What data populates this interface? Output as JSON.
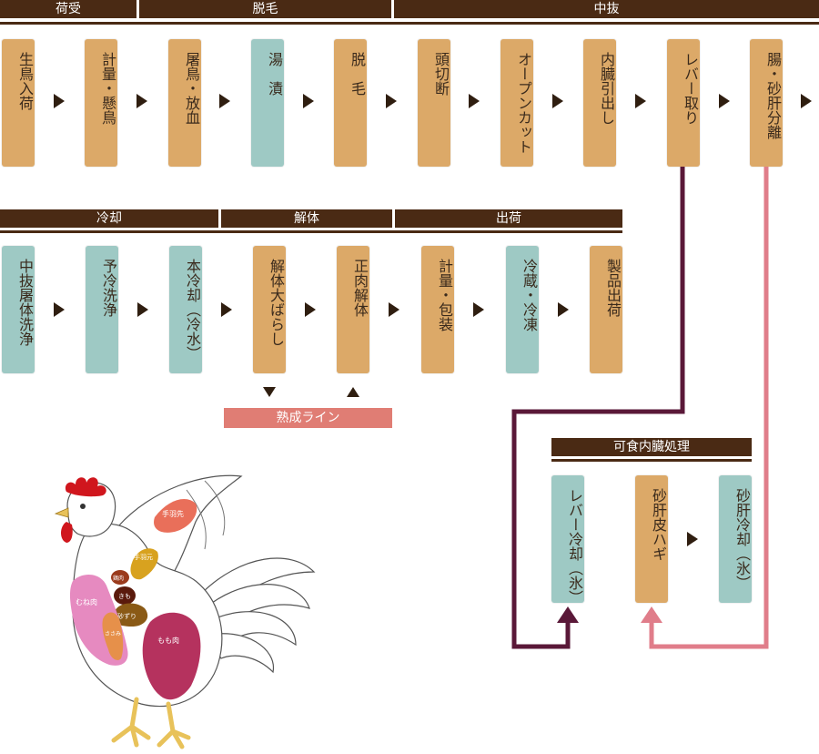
{
  "headers": {
    "nieuke": "荷受",
    "datsumo": "脱毛",
    "nakanuki": "中抜",
    "reikyaku": "冷却",
    "kaitai": "解体",
    "shukka": "出荷",
    "kashoku": "可食内臓処理"
  },
  "row1": [
    {
      "label": "生鳥入荷",
      "color": "orange"
    },
    {
      "label": "計量・懸鳥",
      "color": "orange"
    },
    {
      "label": "屠鳥・放血",
      "color": "orange"
    },
    {
      "label": "湯　漬",
      "color": "teal"
    },
    {
      "label": "脱　毛",
      "color": "orange"
    },
    {
      "label": "頭切断",
      "color": "orange"
    },
    {
      "label": "オープンカット",
      "color": "orange"
    },
    {
      "label": "内臓引出し",
      "color": "orange"
    },
    {
      "label": "レバー取り",
      "color": "orange"
    },
    {
      "label": "腸・砂肝分離",
      "color": "orange"
    }
  ],
  "row2": [
    {
      "label": "中抜屠体洗浄",
      "color": "teal"
    },
    {
      "label": "予冷洗浄",
      "color": "teal"
    },
    {
      "label": "本冷却（冷水）",
      "color": "teal"
    },
    {
      "label": "解体大ばらし",
      "color": "orange"
    },
    {
      "label": "正肉解体",
      "color": "orange"
    },
    {
      "label": "計量・包装",
      "color": "orange"
    },
    {
      "label": "冷蔵・冷凍",
      "color": "teal"
    },
    {
      "label": "製品出荷",
      "color": "orange"
    }
  ],
  "row3": [
    {
      "label": "レバー冷却（氷）",
      "color": "teal"
    },
    {
      "label": "砂肝皮ハギ",
      "color": "orange"
    },
    {
      "label": "砂肝冷却（氷）",
      "color": "teal"
    }
  ],
  "aging_line": "熟成ライン",
  "chicken_parts": {
    "tebasaki": "手羽先",
    "tebamoto": "手羽元",
    "toriniku": "鶏肉",
    "kimo": "きも",
    "sunazuri": "砂ずり",
    "muneniku": "むね肉",
    "sasami": "ささみ",
    "momoniku": "もも肉"
  },
  "colors": {
    "header": "#4a2a14",
    "orange_box": "#dca968",
    "teal_box": "#9ec9c4",
    "liver_line": "#5a1838",
    "gizzard_line": "#e07d8a",
    "aging": "#e07d74"
  }
}
